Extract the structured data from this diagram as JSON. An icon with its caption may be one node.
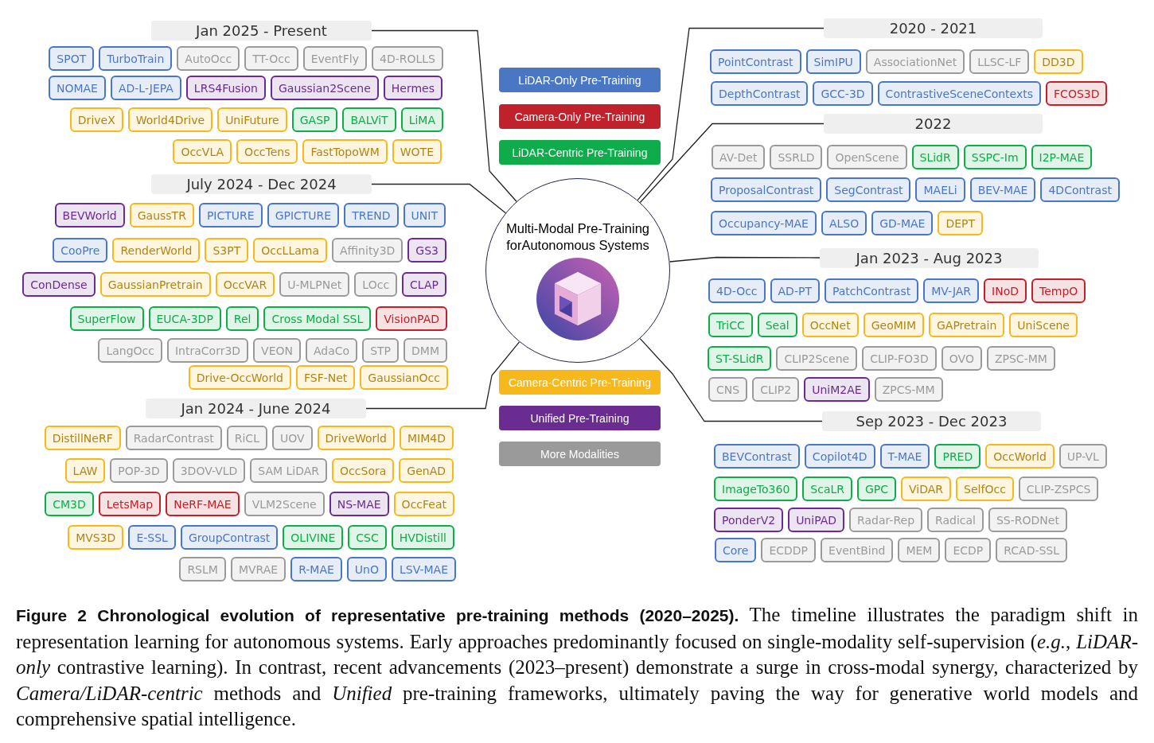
{
  "diagram": {
    "caption": "**Figure 2 Chronological evolution of representative pre-training methods (2020–2025).** The timeline illustrates the paradigm shift in representation learning for autonomous systems. Early approaches predominantly focused on single-modality self-supervision (*e.g.*, *LiDAR-only* contrastive learning). In contrast, recent advancements (2023–present) demonstrate a surge in cross-modal synergy, characterized by *Camera/LiDAR-centric* methods and *Unified* pre-training frameworks, ultimately paving the way for generative world models and comprehensive spatial intelligence.",
    "nodes": [
      {
        "text": [
          "Multi-Modal Pre-Training forAutonomous Systems"
        ]
      },
      {
        "text": [
          "2020 - 2021"
        ]
      },
      {
        "text": [
          "PointContrast"
        ]
      },
      {
        "text": [
          "SimIPU"
        ]
      },
      {
        "text": [
          "AssociationNet"
        ]
      },
      {
        "text": [
          "LLSC-LF"
        ]
      },
      {
        "text": [
          "DD3D"
        ]
      },
      {
        "text": [
          "DepthContrast"
        ]
      },
      {
        "text": [
          "GCC-3D"
        ]
      },
      {
        "text": [
          "ContrastiveSceneContexts"
        ]
      },
      {
        "text": [
          "FCOS3D"
        ]
      },
      {
        "text": [
          "2022"
        ]
      },
      {
        "text": [
          "AV-Det"
        ]
      },
      {
        "text": [
          "SSRLD"
        ]
      },
      {
        "text": [
          "OpenScene"
        ]
      },
      {
        "text": [
          "SLidR"
        ]
      },
      {
        "text": [
          "SSPC-Im"
        ]
      },
      {
        "text": [
          "I2P-MAE"
        ]
      },
      {
        "text": [
          "ProposalContrast"
        ]
      },
      {
        "text": [
          "SegContrast"
        ]
      },
      {
        "text": [
          "MAELi"
        ]
      },
      {
        "text": [
          "BEV-MAE"
        ]
      },
      {
        "text": [
          "4DContrast"
        ]
      },
      {
        "text": [
          "Occupancy-MAE"
        ]
      },
      {
        "text": [
          "ALSO"
        ]
      },
      {
        "text": [
          "GD-MAE"
        ]
      },
      {
        "text": [
          "DEPT"
        ]
      },
      {
        "text": [
          "Jan 2023 - Aug 2023"
        ]
      },
      {
        "text": [
          "4D-Occ"
        ]
      },
      {
        "text": [
          "AD-PT"
        ]
      },
      {
        "text": [
          "PatchContrast"
        ]
      },
      {
        "text": [
          "MV-JAR"
        ]
      },
      {
        "text": [
          "INoD"
        ]
      },
      {
        "text": [
          "TempO"
        ]
      },
      {
        "text": [
          "TriCC"
        ]
      },
      {
        "text": [
          "Seal"
        ]
      },
      {
        "text": [
          "OccNet"
        ]
      },
      {
        "text": [
          "GeoMIM"
        ]
      },
      {
        "text": [
          "GAPretrain"
        ]
      },
      {
        "text": [
          "UniScene"
        ]
      },
      {
        "text": [
          "ST-SLidR"
        ]
      },
      {
        "text": [
          "CLIP2Scene"
        ]
      },
      {
        "text": [
          "CLIP-FO3D"
        ]
      },
      {
        "text": [
          "OVO"
        ]
      },
      {
        "text": [
          "ZPSC-MM"
        ]
      },
      {
        "text": [
          "CNS"
        ]
      },
      {
        "text": [
          "CLIP2"
        ]
      },
      {
        "text": [
          "UniM2AE"
        ]
      },
      {
        "text": [
          "ZPCS-MM"
        ]
      },
      {
        "text": [
          "Sep 2023 - Dec 2023"
        ]
      },
      {
        "text": [
          "BEVContrast"
        ]
      },
      {
        "text": [
          "Copilot4D"
        ]
      },
      {
        "text": [
          "T-MAE"
        ]
      },
      {
        "text": [
          "PRED"
        ]
      },
      {
        "text": [
          "OccWorld"
        ]
      },
      {
        "text": [
          "UP-VL"
        ]
      },
      {
        "text": [
          "ImageTo360"
        ]
      },
      {
        "text": [
          "ScaLR"
        ]
      },
      {
        "text": [
          "GPC"
        ]
      },
      {
        "text": [
          "ViDAR"
        ]
      },
      {
        "text": [
          "SelfOcc"
        ]
      },
      {
        "text": [
          "CLIP-ZSPCS"
        ]
      },
      {
        "text": [
          "PonderV2"
        ]
      },
      {
        "text": [
          "UniPAD"
        ]
      },
      {
        "text": [
          "Radar-Rep"
        ]
      },
      {
        "text": [
          "Radical"
        ]
      },
      {
        "text": [
          "SS-RODNet"
        ]
      },
      {
        "text": [
          "Core"
        ]
      },
      {
        "text": [
          "ECDDP"
        ]
      },
      {
        "text": [
          "EventBind"
        ]
      },
      {
        "text": [
          "MEM"
        ]
      },
      {
        "text": [
          "ECDP"
        ]
      },
      {
        "text": [
          "RCAD-SSL"
        ]
      },
      {
        "text": [
          "Jan 2024 - June 2024"
        ]
      },
      {
        "text": [
          "DistillNeRF"
        ]
      },
      {
        "text": [
          "RadarContrast"
        ]
      },
      {
        "text": [
          "RiCL"
        ]
      },
      {
        "text": [
          "UOV"
        ]
      },
      {
        "text": [
          "DriveWorld"
        ]
      },
      {
        "text": [
          "MIM4D"
        ]
      },
      {
        "text": [
          "LAW"
        ]
      },
      {
        "text": [
          "POP-3D"
        ]
      },
      {
        "text": [
          "3DOV-VLD"
        ]
      },
      {
        "text": [
          "SAM LiDAR"
        ]
      },
      {
        "text": [
          "OccSora"
        ]
      },
      {
        "text": [
          "GenAD"
        ]
      },
      {
        "text": [
          "CM3D"
        ]
      },
      {
        "text": [
          "LetsMap"
        ]
      },
      {
        "text": [
          "NeRF-MAE"
        ]
      },
      {
        "text": [
          "VLM2Scene"
        ]
      },
      {
        "text": [
          "NS-MAE"
        ]
      },
      {
        "text": [
          "OccFeat"
        ]
      },
      {
        "text": [
          "MVS3D"
        ]
      },
      {
        "text": [
          "E-SSL"
        ]
      },
      {
        "text": [
          "GroupContrast"
        ]
      },
      {
        "text": [
          "OLIVINE"
        ]
      },
      {
        "text": [
          "CSC"
        ]
      },
      {
        "text": [
          "HVDistill"
        ]
      },
      {
        "text": [
          "RSLM"
        ]
      },
      {
        "text": [
          "MVRAE"
        ]
      },
      {
        "text": [
          "R-MAE"
        ]
      },
      {
        "text": [
          "UnO"
        ]
      },
      {
        "text": [
          "LSV-MAE"
        ]
      },
      {
        "text": [
          "July 2024 - Dec 2024"
        ]
      },
      {
        "text": [
          "BEVWorld"
        ]
      },
      {
        "text": [
          "GaussTR"
        ]
      },
      {
        "text": [
          "PICTURE"
        ]
      },
      {
        "text": [
          "GPICTURE"
        ]
      },
      {
        "text": [
          "TREND"
        ]
      },
      {
        "text": [
          "UNIT"
        ]
      },
      {
        "text": [
          "CooPre"
        ]
      },
      {
        "text": [
          "RenderWorld"
        ]
      },
      {
        "text": [
          "S3PT"
        ]
      },
      {
        "text": [
          "OccLLama"
        ]
      },
      {
        "text": [
          "Affinity3D"
        ]
      },
      {
        "text": [
          "GS3"
        ]
      },
      {
        "text": [
          "ConDense"
        ]
      },
      {
        "text": [
          "GaussianPretrain"
        ]
      },
      {
        "text": [
          "OccVAR"
        ]
      },
      {
        "text": [
          "U-MLPNet"
        ]
      },
      {
        "text": [
          "LOcc"
        ]
      },
      {
        "text": [
          "CLAP"
        ]
      },
      {
        "text": [
          "SuperFlow"
        ]
      },
      {
        "text": [
          "EUCA-3DP"
        ]
      },
      {
        "text": [
          "Rel"
        ]
      },
      {
        "text": [
          "Cross Modal SSL"
        ]
      },
      {
        "text": [
          "VisionPAD"
        ]
      },
      {
        "text": [
          "LangOcc"
        ]
      },
      {
        "text": [
          "IntraCorr3D"
        ]
      },
      {
        "text": [
          "VEON"
        ]
      },
      {
        "text": [
          "AdaCo"
        ]
      },
      {
        "text": [
          "STP"
        ]
      },
      {
        "text": [
          "DMM"
        ]
      },
      {
        "text": [
          "Drive-OccWorld"
        ]
      },
      {
        "text": [
          "FSF-Net"
        ]
      },
      {
        "text": [
          "GaussianOcc"
        ]
      },
      {
        "text": [
          "Jan 2025 - Present"
        ]
      },
      {
        "text": [
          "SPOT"
        ]
      },
      {
        "text": [
          "TurboTrain"
        ]
      },
      {
        "text": [
          "AutoOcc"
        ]
      },
      {
        "text": [
          "TT-Occ"
        ]
      },
      {
        "text": [
          "EventFly"
        ]
      },
      {
        "text": [
          "4D-ROLLS"
        ]
      },
      {
        "text": [
          "NOMAE"
        ]
      },
      {
        "text": [
          "AD-L-JEPA"
        ]
      },
      {
        "text": [
          "LRS4Fusion"
        ]
      },
      {
        "text": [
          "Gaussian2Scene"
        ]
      },
      {
        "text": [
          "Hermes"
        ]
      },
      {
        "text": [
          "DriveX"
        ]
      },
      {
        "text": [
          "World4Drive"
        ]
      },
      {
        "text": [
          "UniFuture"
        ]
      },
      {
        "text": [
          "GASP"
        ]
      },
      {
        "text": [
          "BALViT"
        ]
      },
      {
        "text": [
          "LiMA"
        ]
      },
      {
        "text": [
          "OccVLA"
        ]
      },
      {
        "text": [
          "OccTens"
        ]
      },
      {
        "text": [
          "FastTopoWM"
        ]
      },
      {
        "text": [
          "WOTE"
        ]
      }
    ],
    "edges": [
      {
        "from": 0,
        "to": 1,
        "arrow": "none"
      },
      {
        "from": 0,
        "to": 11,
        "arrow": "none"
      },
      {
        "from": 0,
        "to": 27,
        "arrow": "none"
      },
      {
        "from": 0,
        "to": 49,
        "arrow": "none"
      },
      {
        "from": 0,
        "to": 73,
        "arrow": "none"
      },
      {
        "from": 0,
        "to": 103,
        "arrow": "none"
      },
      {
        "from": 0,
        "to": 136,
        "arrow": "none"
      }
    ],
    "legend": [
      {
        "text": "LiDAR-Only Pre-Training",
        "color": "#4a77c4"
      },
      {
        "text": "Camera-Only Pre-Training",
        "color": "#c0212a"
      },
      {
        "text": "LiDAR-Centric Pre-Training",
        "color": "#0fac4b"
      },
      {
        "text": "Camera-Centric Pre-Training",
        "color": "#f7b81c"
      },
      {
        "text": "Unified Pre-Training",
        "color": "#6a2c90"
      },
      {
        "text": "More Modalities",
        "color": "#9a9a9a"
      }
    ]
  }
}
